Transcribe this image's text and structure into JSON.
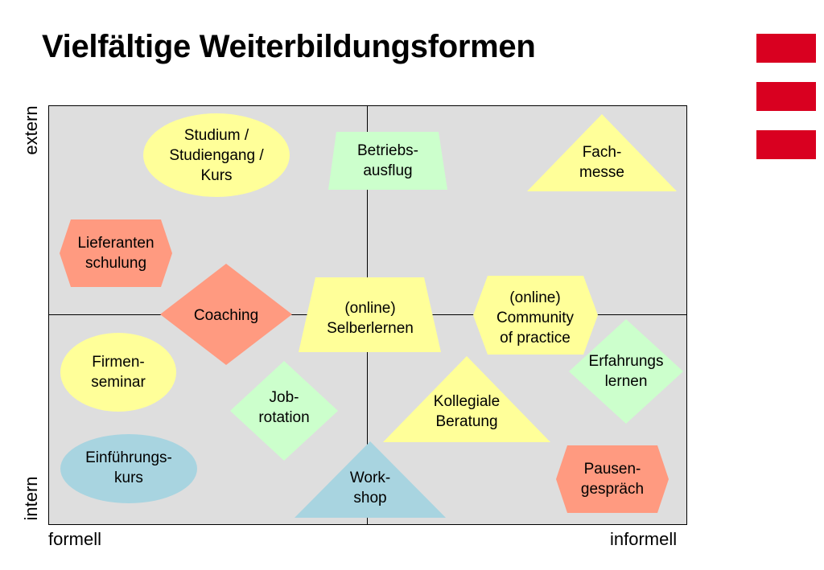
{
  "slide": {
    "title": "Vielfältige Weiterbildungsformen"
  },
  "axes": {
    "x_left": "formell",
    "x_right": "informell",
    "y_top": "extern",
    "y_bottom": "intern"
  },
  "colors": {
    "accent_red": "#d90020",
    "yellow": "#ffff99",
    "green": "#ccffcc",
    "salmon": "#ff9a80",
    "blue": "#a8d4e0",
    "field": "#dedede"
  },
  "shapes": [
    {
      "id": "studium",
      "shape": "ellipse",
      "color": "yellow",
      "label": "Studium /\nStudiengang /\nKurs"
    },
    {
      "id": "betriebsausflug",
      "shape": "trapezoid",
      "color": "green",
      "label": "Betriebs-\nausflug"
    },
    {
      "id": "fachmesse",
      "shape": "triangle",
      "color": "yellow",
      "label": "Fach-\nmesse"
    },
    {
      "id": "lieferantenschulung",
      "shape": "hexagon",
      "color": "salmon",
      "label": "Lieferanten\nschulung"
    },
    {
      "id": "coaching",
      "shape": "diamond",
      "color": "salmon",
      "label": "Coaching"
    },
    {
      "id": "selberlernen",
      "shape": "trapezoid",
      "color": "yellow",
      "label": "(online)\nSelberlernen"
    },
    {
      "id": "community",
      "shape": "hexagon",
      "color": "yellow",
      "label": "(online)\nCommunity\nof practice"
    },
    {
      "id": "erfahrungslernen",
      "shape": "diamond",
      "color": "green",
      "label": "Erfahrungs\nlernen"
    },
    {
      "id": "firmenseminar",
      "shape": "ellipse",
      "color": "yellow",
      "label": "Firmen-\nseminar"
    },
    {
      "id": "jobrotation",
      "shape": "diamond",
      "color": "green",
      "label": "Job-\nrotation"
    },
    {
      "id": "kollegiale",
      "shape": "triangle",
      "color": "yellow",
      "label": "Kollegiale\nBeratung"
    },
    {
      "id": "einfuehrungskurs",
      "shape": "ellipse",
      "color": "blue",
      "label": "Einführungs-\nkurs"
    },
    {
      "id": "workshop",
      "shape": "triangle",
      "color": "blue",
      "label": "Work-\nshop"
    },
    {
      "id": "pausengespraech",
      "shape": "hexagon",
      "color": "salmon",
      "label": "Pausen-\ngespräch"
    }
  ]
}
